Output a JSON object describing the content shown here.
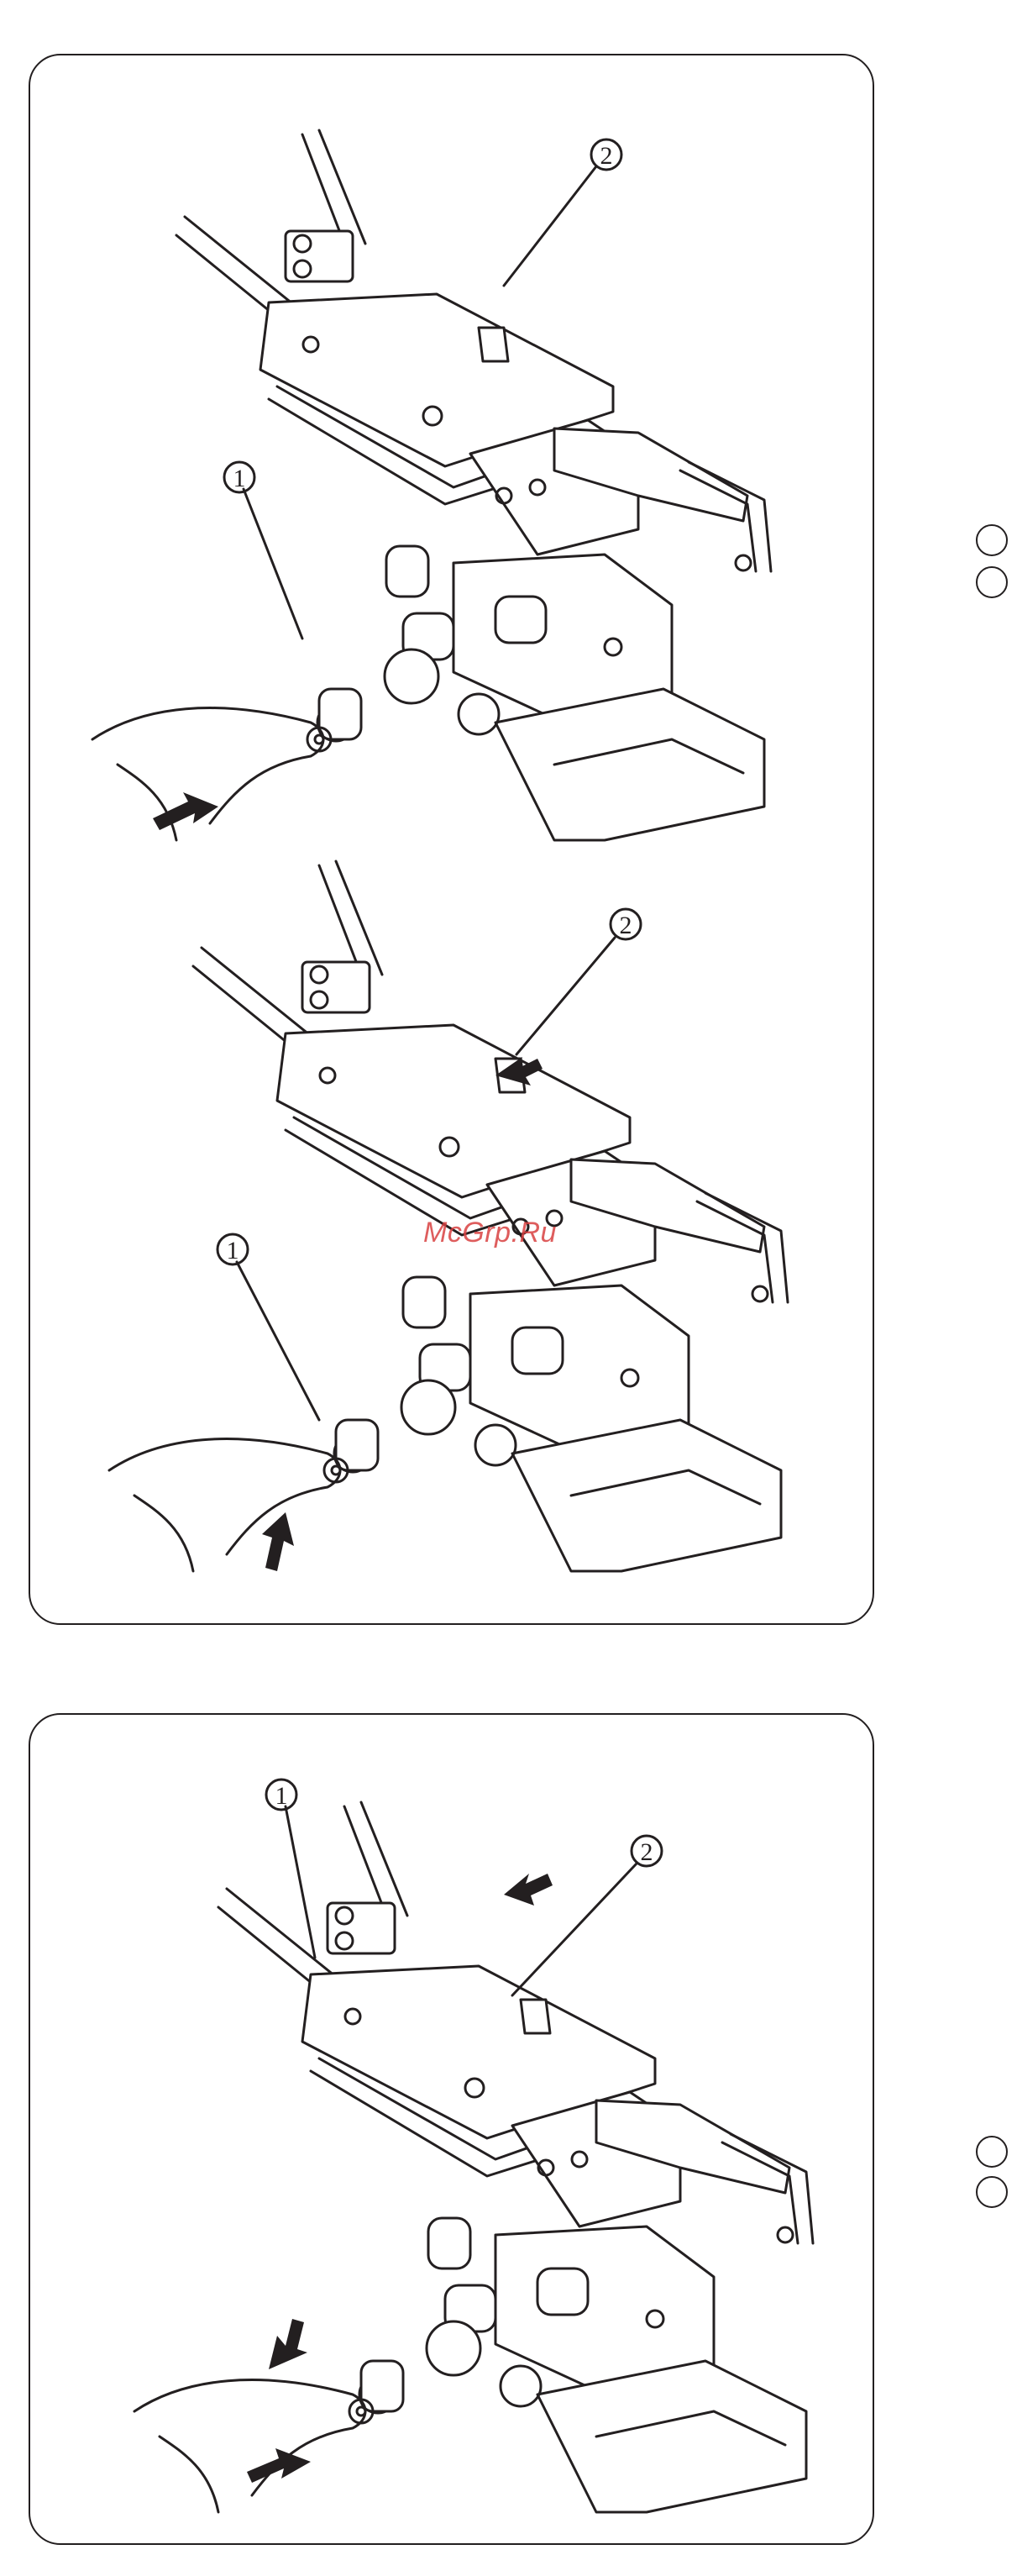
{
  "callouts": {
    "part_1": "1",
    "part_2": "2"
  },
  "watermark": "McGrp.Ru",
  "side_markers": [
    "circle",
    "circle",
    "circle",
    "circle"
  ],
  "colors": {
    "ink": "#231f20",
    "watermark": "#d94141",
    "paper": "#ffffff"
  }
}
